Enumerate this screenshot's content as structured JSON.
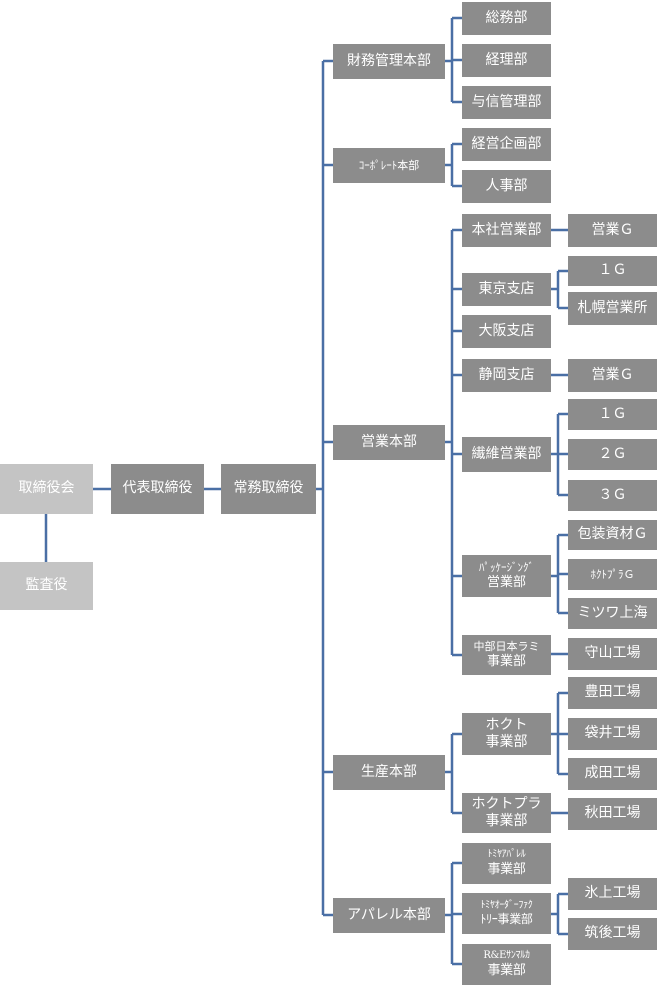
{
  "colors": {
    "dark_box": "#8c8c8c",
    "light_box": "#c4c4c4",
    "line": "#4a6fa5"
  },
  "org": {
    "board": "取締役会",
    "auditor": "監査役",
    "president": "代表取締役",
    "managing_director": "常務取締役",
    "finance_hq": {
      "label": "財務管理本部",
      "depts": [
        "総務部",
        "経理部",
        "与信管理部"
      ]
    },
    "corporate_hq": {
      "label": "ｺｰﾎﾟﾚｰﾄ本部",
      "depts": [
        "経営企画部",
        "人事部"
      ]
    },
    "sales_hq": {
      "label": "営業本部",
      "head_office_sales": {
        "label": "本社営業部",
        "groups": [
          "営業Ｇ"
        ]
      },
      "tokyo_branch": {
        "label": "東京支店",
        "groups": [
          "１Ｇ",
          "札幌営業所"
        ]
      },
      "osaka_branch": {
        "label": "大阪支店"
      },
      "shizuoka_branch": {
        "label": "静岡支店",
        "groups": [
          "営業Ｇ"
        ]
      },
      "fiber_sales": {
        "label": "繊維営業部",
        "groups": [
          "１Ｇ",
          "２Ｇ",
          "３Ｇ"
        ]
      },
      "packaging_sales": {
        "line1": "ﾊﾟｯｹｰｼﾞﾝｸﾞ",
        "line2": "営業部",
        "groups": [
          "包装資材Ｇ",
          "ﾎｸﾄﾌﾟﾗＧ",
          "ミツワ上海"
        ]
      },
      "chubu_lami": {
        "line1": "中部日本ラミ",
        "line2": "事業部",
        "groups": [
          "守山工場"
        ]
      }
    },
    "production_hq": {
      "label": "生産本部",
      "hokuto": {
        "line1": "ホクト",
        "line2": "事業部",
        "plants": [
          "豊田工場",
          "袋井工場",
          "成田工場"
        ]
      },
      "hokutopura": {
        "line1": "ホクトプラ",
        "line2": "事業部",
        "plants": [
          "秋田工場"
        ]
      }
    },
    "apparel_hq": {
      "label": "アパレル本部",
      "tomiya_apparel": {
        "line1": "ﾄﾐﾔｱﾊﾟﾚﾙ",
        "line2": "事業部"
      },
      "tomiya_order": {
        "line1": "ﾄﾐﾔｵｰﾀﾞｰﾌｧｸ",
        "line2": "ﾄﾘｰ事業部",
        "plants": [
          "氷上工場",
          "筑後工場"
        ]
      },
      "re_sanmaruka": {
        "line1": "R&Eｻﾝﾏﾙｶ",
        "line2": "事業部"
      }
    }
  }
}
